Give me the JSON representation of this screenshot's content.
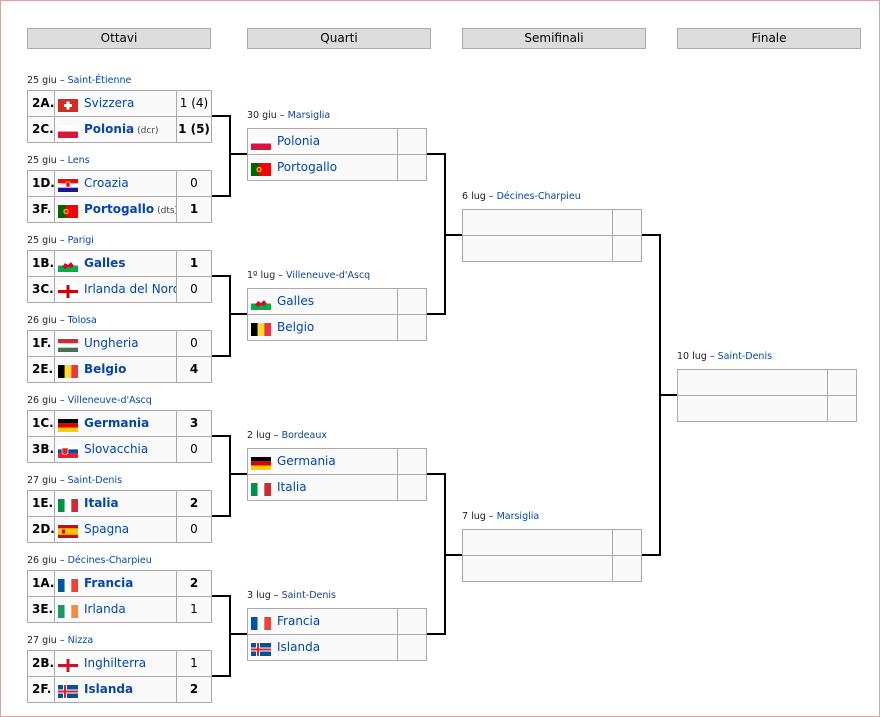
{
  "rounds": [
    "Ottavi",
    "Quarti",
    "Semifinali",
    "Finale"
  ],
  "ottavi": [
    {
      "date": "25 giu",
      "venue": "Saint-Étienne",
      "teams": [
        {
          "seed": "2A.",
          "flag": "sui",
          "name": "Svizzera",
          "note": "",
          "score": "1 (4)",
          "winner": false
        },
        {
          "seed": "2C.",
          "flag": "pol",
          "name": "Polonia",
          "note": "(dcr)",
          "score": "1 (5)",
          "winner": true
        }
      ]
    },
    {
      "date": "25 giu",
      "venue": "Lens",
      "teams": [
        {
          "seed": "1D.",
          "flag": "cro",
          "name": "Croazia",
          "note": "",
          "score": "0",
          "winner": false
        },
        {
          "seed": "3F.",
          "flag": "por",
          "name": "Portogallo",
          "note": "(dts)",
          "score": "1",
          "winner": true
        }
      ]
    },
    {
      "date": "25 giu",
      "venue": "Parigi",
      "teams": [
        {
          "seed": "1B.",
          "flag": "wal",
          "name": "Galles",
          "note": "",
          "score": "1",
          "winner": true
        },
        {
          "seed": "3C.",
          "flag": "nir",
          "name": "Irlanda del Nord",
          "note": "",
          "score": "0",
          "winner": false
        }
      ]
    },
    {
      "date": "26 giu",
      "venue": "Tolosa",
      "teams": [
        {
          "seed": "1F.",
          "flag": "hun",
          "name": "Ungheria",
          "note": "",
          "score": "0",
          "winner": false
        },
        {
          "seed": "2E.",
          "flag": "bel",
          "name": "Belgio",
          "note": "",
          "score": "4",
          "winner": true
        }
      ]
    },
    {
      "date": "26 giu",
      "venue": "Villeneuve-d'Ascq",
      "teams": [
        {
          "seed": "1C.",
          "flag": "ger",
          "name": "Germania",
          "note": "",
          "score": "3",
          "winner": true
        },
        {
          "seed": "3B.",
          "flag": "svk",
          "name": "Slovacchia",
          "note": "",
          "score": "0",
          "winner": false
        }
      ]
    },
    {
      "date": "27 giu",
      "venue": "Saint-Denis",
      "teams": [
        {
          "seed": "1E.",
          "flag": "ita",
          "name": "Italia",
          "note": "",
          "score": "2",
          "winner": true
        },
        {
          "seed": "2D.",
          "flag": "esp",
          "name": "Spagna",
          "note": "",
          "score": "0",
          "winner": false
        }
      ]
    },
    {
      "date": "26 giu",
      "venue": "Décines-Charpieu",
      "teams": [
        {
          "seed": "1A.",
          "flag": "fra",
          "name": "Francia",
          "note": "",
          "score": "2",
          "winner": true
        },
        {
          "seed": "3E.",
          "flag": "irl",
          "name": "Irlanda",
          "note": "",
          "score": "1",
          "winner": false
        }
      ]
    },
    {
      "date": "27 giu",
      "venue": "Nizza",
      "teams": [
        {
          "seed": "2B.",
          "flag": "eng",
          "name": "Inghilterra",
          "note": "",
          "score": "1",
          "winner": false
        },
        {
          "seed": "2F.",
          "flag": "isl",
          "name": "Islanda",
          "note": "",
          "score": "2",
          "winner": true
        }
      ]
    }
  ],
  "quarti": [
    {
      "date": "30 giu",
      "venue": "Marsiglia",
      "teams": [
        {
          "flag": "pol",
          "name": "Polonia",
          "score": ""
        },
        {
          "flag": "por",
          "name": "Portogallo",
          "score": ""
        }
      ]
    },
    {
      "date": "1º lug",
      "venue": "Villeneuve-d'Ascq",
      "teams": [
        {
          "flag": "wal",
          "name": "Galles",
          "score": ""
        },
        {
          "flag": "bel",
          "name": "Belgio",
          "score": ""
        }
      ]
    },
    {
      "date": "2 lug",
      "venue": "Bordeaux",
      "teams": [
        {
          "flag": "ger",
          "name": "Germania",
          "score": ""
        },
        {
          "flag": "ita",
          "name": "Italia",
          "score": ""
        }
      ]
    },
    {
      "date": "3 lug",
      "venue": "Saint-Denis",
      "teams": [
        {
          "flag": "fra",
          "name": "Francia",
          "score": ""
        },
        {
          "flag": "isl",
          "name": "Islanda",
          "score": ""
        }
      ]
    }
  ],
  "semifinali": [
    {
      "date": "6 lug",
      "venue": "Décines-Charpieu",
      "teams": [
        {
          "flag": "",
          "name": "",
          "score": ""
        },
        {
          "flag": "",
          "name": "",
          "score": ""
        }
      ]
    },
    {
      "date": "7 lug",
      "venue": "Marsiglia",
      "teams": [
        {
          "flag": "",
          "name": "",
          "score": ""
        },
        {
          "flag": "",
          "name": "",
          "score": ""
        }
      ]
    }
  ],
  "finale": [
    {
      "date": "10 lug",
      "venue": "Saint-Denis",
      "teams": [
        {
          "flag": "",
          "name": "",
          "score": ""
        },
        {
          "flag": "",
          "name": "",
          "score": ""
        }
      ]
    }
  ],
  "separator": " – ",
  "flag_colors": {
    "sui": "switzerland-flag",
    "pol": "poland-flag",
    "cro": "croatia-flag",
    "por": "portugal-flag",
    "wal": "wales-flag",
    "nir": "northern-ireland-flag",
    "hun": "hungary-flag",
    "bel": "belgium-flag",
    "ger": "germany-flag",
    "svk": "slovakia-flag",
    "ita": "italy-flag",
    "esp": "spain-flag",
    "fra": "france-flag",
    "irl": "ireland-flag",
    "eng": "england-flag",
    "isl": "iceland-flag"
  }
}
